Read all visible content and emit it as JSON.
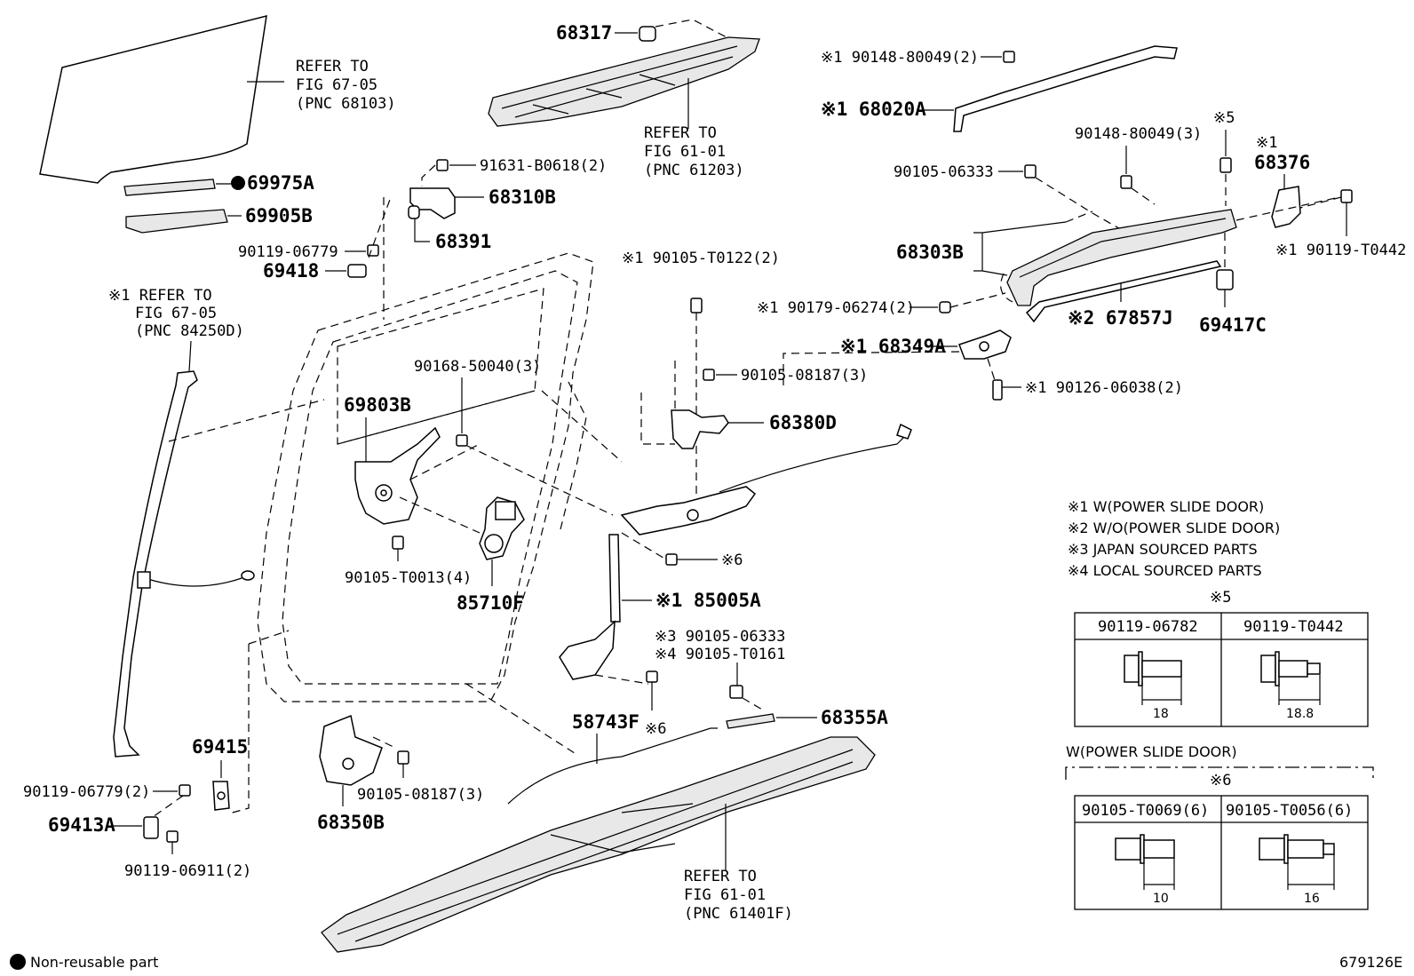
{
  "labels": {
    "p68317": "68317",
    "ref_61203": [
      "REFER TO",
      "FIG 61-01",
      "(PNC 61203)"
    ],
    "ref_68103": [
      "REFER TO",
      "FIG 67-05",
      "(PNC 68103)"
    ],
    "p69975A": "69975A",
    "p69905B": "69905B",
    "p91631": "91631-B0618(2)",
    "p68310B": "68310B",
    "p68391": "68391",
    "p90119_06779": "90119-06779",
    "p69418": "69418",
    "ref_84250D": [
      "※1 REFER TO",
      "FIG 67-05",
      "(PNC 84250D)"
    ],
    "p90148_a": "※1 90148-80049(2)",
    "p68020A": "※1 68020A",
    "p90148_b": "90148-80049(3)",
    "note5_top": "※5",
    "p68376": [
      "※1",
      "68376"
    ],
    "p90105_06333": "90105-06333",
    "p68303B": "68303B",
    "p90119_T0442": "※1 90119-T0442",
    "p90179": "※1 90179-06274(2)",
    "p67857J": "※2 67857J",
    "p69417C": "69417C",
    "p68349A": "※1 68349A",
    "p90126": "※1 90126-06038(2)",
    "p90105_T0122": "※1 90105-T0122(2)",
    "p90105_08187_a": "90105-08187(3)",
    "p68380D": "68380D",
    "p90168": "90168-50040(3)",
    "p69803B": "69803B",
    "p90105_T0013": "90105-T0013(4)",
    "p85710F": "85710F",
    "p_note6_a": "※6",
    "p85005A": "※1 85005A",
    "p90105_06333_3": "※3 90105-06333",
    "p90105_T0161": "※4 90105-T0161",
    "p_note6_b": "※6",
    "p58743F": "58743F",
    "p68355A": "68355A",
    "p69415": "69415",
    "p90119_06779_2": "90119-06779(2)",
    "p69413A": "69413A",
    "p90119_06911": "90119-06911(2)",
    "p90105_08187_b": "90105-08187(3)",
    "p68350B": "68350B",
    "ref_61401F": [
      "REFER TO",
      "FIG 61-01",
      "(PNC 61401F)"
    ]
  },
  "notes": [
    "※1 W(POWER SLIDE DOOR)",
    "※2 W/O(POWER SLIDE DOOR)",
    "※3 JAPAN SOURCED PARTS",
    "※4 LOCAL SOURCED PARTS"
  ],
  "table5": {
    "title": "※5",
    "headers": [
      "90119-06782",
      "90119-T0442"
    ],
    "dims": [
      "18",
      "18.8"
    ]
  },
  "table6": {
    "caption": "W(POWER SLIDE DOOR)",
    "title": "※6",
    "headers": [
      "90105-T0069(6)",
      "90105-T0056(6)"
    ],
    "dims": [
      "10",
      "16"
    ]
  },
  "legend": {
    "text": "Non-reusable part"
  },
  "figure_id": "679126E"
}
